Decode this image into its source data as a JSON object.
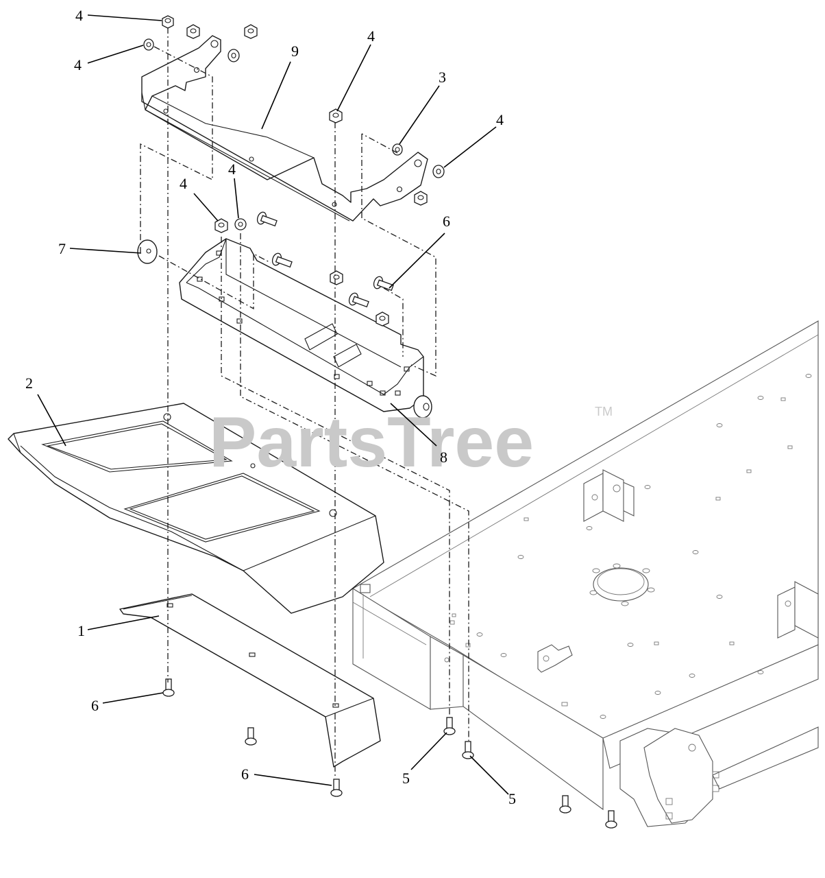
{
  "diagram": {
    "callouts": [
      {
        "id": "c1",
        "label": "1"
      },
      {
        "id": "c2",
        "label": "2"
      },
      {
        "id": "c3",
        "label": "3"
      },
      {
        "id": "c4a",
        "label": "4"
      },
      {
        "id": "c4b",
        "label": "4"
      },
      {
        "id": "c4c",
        "label": "4"
      },
      {
        "id": "c4d",
        "label": "4"
      },
      {
        "id": "c4e",
        "label": "4"
      },
      {
        "id": "c4f",
        "label": "4"
      },
      {
        "id": "c5a",
        "label": "5"
      },
      {
        "id": "c5b",
        "label": "5"
      },
      {
        "id": "c6a",
        "label": "6"
      },
      {
        "id": "c6b",
        "label": "6"
      },
      {
        "id": "c6c",
        "label": "6"
      },
      {
        "id": "c7",
        "label": "7"
      },
      {
        "id": "c8",
        "label": "8"
      },
      {
        "id": "c9",
        "label": "9"
      }
    ]
  },
  "watermark": {
    "text": "PartsTree",
    "trademark": "TM"
  }
}
